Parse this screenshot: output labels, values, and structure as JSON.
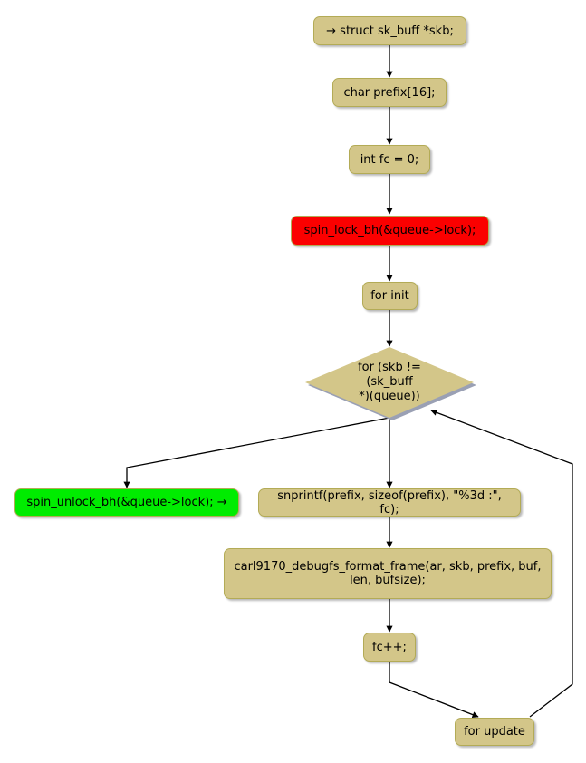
{
  "diagram": {
    "type": "flowchart",
    "title": "carl9170 debugfs queue dump flowchart",
    "background": "#ffffff",
    "palette": {
      "node_fill": "#d3c689",
      "node_border": "#b3ab56",
      "highlight_red": "#fb0000",
      "highlight_green": "#00ec00",
      "edge_color": "#000000",
      "shadow": "#9aa0b4"
    }
  },
  "nodes": {
    "start": {
      "label": "→ struct sk_buff *skb;"
    },
    "prefix": {
      "label": "char prefix[16];"
    },
    "fc_init": {
      "label": "int fc = 0;"
    },
    "lock": {
      "label": "spin_lock_bh(&queue->lock);"
    },
    "for_init": {
      "label": "for init"
    },
    "condition": {
      "label": "for (skb !=\n(sk_buff\n*)(queue))"
    },
    "unlock": {
      "label": "spin_unlock_bh(&queue->lock); →"
    },
    "snprintf": {
      "label": "snprintf(prefix, sizeof(prefix), \"%3d :\", fc);"
    },
    "format_frame": {
      "label": "carl9170_debugfs_format_frame(ar, skb, prefix, buf,\nlen, bufsize);"
    },
    "fc_incr": {
      "label": "fc++;"
    },
    "for_update": {
      "label": "for update"
    }
  }
}
